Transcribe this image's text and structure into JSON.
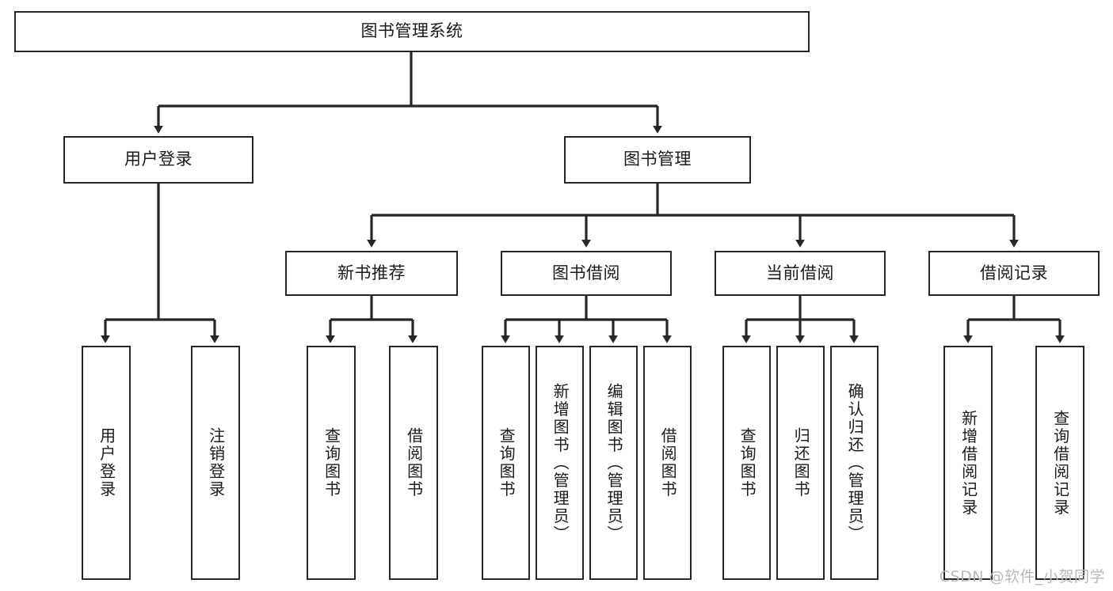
{
  "diagram": {
    "type": "tree-hierarchy",
    "title": "图书管理系统",
    "orientation": "top-down",
    "colors": {
      "background": "#ffffff",
      "node_fill": "#ffffff",
      "node_border": "#262626",
      "connector": "#262626",
      "text": "#1b1b1b",
      "watermark": "#b9b9b9"
    },
    "nodes": {
      "root": {
        "label": "图书管理系统"
      },
      "level2": [
        {
          "id": "user-login",
          "label": "用户登录"
        },
        {
          "id": "book-management",
          "label": "图书管理"
        }
      ],
      "level3": [
        {
          "id": "new-book-recommend",
          "label": "新书推荐"
        },
        {
          "id": "book-borrow",
          "label": "图书借阅"
        },
        {
          "id": "current-borrow",
          "label": "当前借阅"
        },
        {
          "id": "borrow-record",
          "label": "借阅记录"
        }
      ],
      "leaves": {
        "user-login": [
          {
            "id": "leaf-user-login",
            "label": "用户登录"
          },
          {
            "id": "leaf-logout",
            "label": "注销登录"
          }
        ],
        "new-book-recommend": [
          {
            "id": "leaf-query-book-1",
            "label": "查询图书"
          },
          {
            "id": "leaf-borrow-book-1",
            "label": "借阅图书"
          }
        ],
        "book-borrow": [
          {
            "id": "leaf-query-book-2",
            "label": "查询图书"
          },
          {
            "id": "leaf-add-book",
            "label": "新增图书（管理员）"
          },
          {
            "id": "leaf-edit-book",
            "label": "编辑图书（管理员）"
          },
          {
            "id": "leaf-borrow-book-2",
            "label": "借阅图书"
          }
        ],
        "current-borrow": [
          {
            "id": "leaf-query-book-3",
            "label": "查询图书"
          },
          {
            "id": "leaf-return-book",
            "label": "归还图书"
          },
          {
            "id": "leaf-confirm-return",
            "label": "确认归还（管理员）"
          }
        ],
        "borrow-record": [
          {
            "id": "leaf-add-record",
            "label": "新增借阅记录"
          },
          {
            "id": "leaf-query-record",
            "label": "查询借阅记录"
          }
        ]
      }
    }
  },
  "watermark": {
    "text": "CSDN @软件_小贺同学"
  }
}
